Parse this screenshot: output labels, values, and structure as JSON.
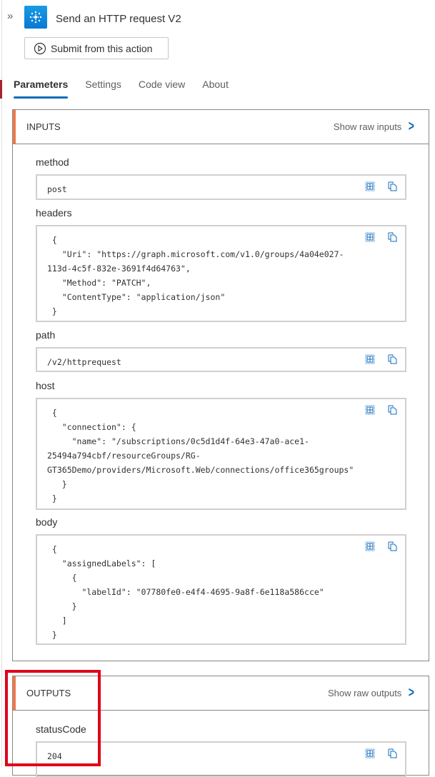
{
  "header": {
    "title": "Send an HTTP request V2",
    "submit_label": "Submit from this action"
  },
  "tabs": [
    "Parameters",
    "Settings",
    "Code view",
    "About"
  ],
  "inputs": {
    "title": "INPUTS",
    "raw_label": "Show raw inputs",
    "fields": [
      {
        "label": "method",
        "lines": [
          "post"
        ]
      },
      {
        "label": "headers",
        "lines": [
          " {",
          "   \"Uri\": \"https://graph.microsoft.com/v1.0/groups/4a04e027-",
          "113d-4c5f-832e-3691f4d64763\",",
          "   \"Method\": \"PATCH\",",
          "   \"ContentType\": \"application/json\"",
          " }"
        ]
      },
      {
        "label": "path",
        "lines": [
          "/v2/httprequest"
        ]
      },
      {
        "label": "host",
        "lines": [
          " {",
          "   \"connection\": {",
          "     \"name\": \"/subscriptions/0c5d1d4f-64e3-47a0-ace1-",
          "25494a794cbf/resourceGroups/RG-",
          "GT365Demo/providers/Microsoft.Web/connections/office365groups\"",
          "   }",
          " }"
        ]
      },
      {
        "label": "body",
        "lines": [
          " {",
          "   \"assignedLabels\": [",
          "     {",
          "       \"labelId\": \"07780fe0-e4f4-4695-9a8f-6e118a586cce\"",
          "     }",
          "   ]",
          " }"
        ]
      }
    ]
  },
  "outputs": {
    "title": "OUTPUTS",
    "raw_label": "Show raw outputs",
    "fields": [
      {
        "label": "statusCode",
        "lines": [
          "204"
        ]
      }
    ]
  },
  "colors": {
    "accent": "#0f6cbd",
    "section_marker": "#f1784a",
    "highlight": "#e0001b"
  }
}
